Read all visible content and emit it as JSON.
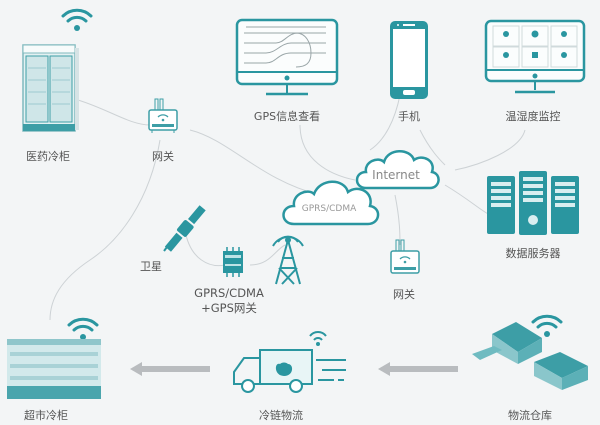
{
  "diagram": {
    "accent_color": "#2a96a0",
    "line_color": "#c8cdd0",
    "arrow_color": "#b9bcbf",
    "nodes": {
      "pharma_fridge": {
        "label": "医药冷柜"
      },
      "gateway_top": {
        "label": "网关"
      },
      "gps_view": {
        "label": "GPS信息查看"
      },
      "phone": {
        "label": "手机"
      },
      "temp_monitor": {
        "label": "温湿度监控"
      },
      "data_server": {
        "label": "数据服务器"
      },
      "satellite": {
        "label": "卫星"
      },
      "gprs_gateway": {
        "label_line1": "GPRS/CDMA",
        "label_line2": "+GPS网关"
      },
      "gateway_right": {
        "label": "网关"
      },
      "supermarket_fridge": {
        "label": "超市冷柜"
      },
      "cold_chain": {
        "label": "冷链物流"
      },
      "warehouse": {
        "label": "物流仓库"
      }
    },
    "clouds": {
      "gprs": {
        "label": "GPRS/CDMA"
      },
      "internet": {
        "label": "Internet"
      }
    },
    "arrows": [
      {
        "from": "warehouse",
        "to": "cold_chain"
      },
      {
        "from": "cold_chain",
        "to": "supermarket_fridge"
      }
    ]
  }
}
